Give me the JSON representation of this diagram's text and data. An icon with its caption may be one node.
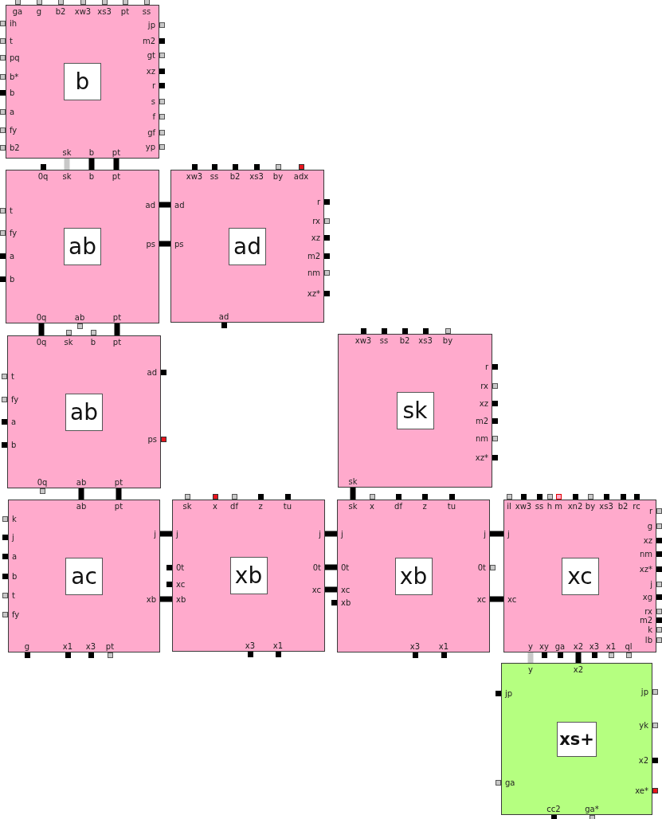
{
  "diagram": {
    "nodes": [
      {
        "text": [
          "ga",
          "g",
          "b2",
          "xw3",
          "xs3",
          "pt",
          "ss",
          "ih",
          "t",
          "pq",
          "b*",
          "b",
          "a",
          "fy",
          "b2",
          "jp",
          "m2",
          "gt",
          "xz",
          "r",
          "s",
          "f",
          "gf",
          "yp",
          "sk",
          "b",
          "pt"
        ]
      },
      {
        "text": [
          "b"
        ],
        "in": 0
      },
      {
        "text": [
          "0q",
          "sk",
          "b",
          "pt",
          "t",
          "fy",
          "a",
          "b",
          "ad",
          "ps",
          "0q",
          "ab",
          "pt"
        ]
      },
      {
        "text": [
          "ab"
        ],
        "in": 2
      },
      {
        "text": [
          "xw3",
          "ss",
          "b2",
          "xs3",
          "by",
          "adx",
          "ad",
          "ps",
          "r",
          "rx",
          "xz",
          "m2",
          "nm",
          "xz*",
          "ad"
        ]
      },
      {
        "text": [
          "ad"
        ],
        "in": 4
      },
      {
        "text": [
          "0q",
          "sk",
          "b",
          "pt",
          "t",
          "fy",
          "a",
          "b",
          "ad",
          "ps",
          "0q",
          "ab",
          "pt"
        ]
      },
      {
        "text": [
          "ab"
        ],
        "in": 6
      },
      {
        "text": [
          "xw3",
          "ss",
          "b2",
          "xs3",
          "by",
          "r",
          "rx",
          "xz",
          "m2",
          "nm",
          "xz*",
          "sk"
        ]
      },
      {
        "text": [
          "sk"
        ],
        "in": 8
      },
      {
        "text": [
          "ab",
          "pt",
          "k",
          "j",
          "a",
          "b",
          "t",
          "fy",
          "j",
          "xb",
          "g",
          "x1",
          "x3",
          "pt"
        ]
      },
      {
        "text": [
          "ac"
        ],
        "in": 10
      },
      {
        "text": [
          "sk",
          "x",
          "df",
          "z",
          "tu",
          "j",
          "0t",
          "xc",
          "xb",
          "j",
          "0t",
          "xc",
          "x3",
          "x1"
        ]
      },
      {
        "text": [
          "xb"
        ],
        "in": 12
      },
      {
        "text": [
          "sk",
          "x",
          "df",
          "z",
          "tu",
          "j",
          "0t",
          "xc",
          "xb",
          "j",
          "0t",
          "xc",
          "x3",
          "x1"
        ]
      },
      {
        "text": [
          "xb"
        ],
        "in": 14
      },
      {
        "text": [
          "il",
          "xw3",
          "ss",
          "h",
          "m",
          "xn2",
          "by",
          "xs3",
          "b2",
          "rc",
          "j",
          "xc",
          "r",
          "g",
          "xz",
          "nm",
          "xz*",
          "j",
          "xg",
          "rx",
          "m2",
          "k",
          "lb",
          "y",
          "xy",
          "ga",
          "x2",
          "x3",
          "x1",
          "ql"
        ]
      },
      {
        "text": [
          "xc"
        ],
        "in": 16
      },
      {
        "text": [
          "y",
          "x2",
          "jp",
          "ga",
          "jp",
          "yk",
          "x2",
          "xe*",
          "cc2",
          "ga*"
        ]
      },
      {
        "text": [
          "xs+"
        ],
        "in": 18
      }
    ],
    "edges": [
      {
        "from": 0,
        "to": 2,
        "arrow": "none",
        "color": "#c8c8c8"
      },
      {
        "from": 0,
        "to": 2,
        "arrow": "none"
      },
      {
        "from": 0,
        "to": 2,
        "arrow": "none"
      },
      {
        "from": 2,
        "to": 4,
        "arrow": "none"
      },
      {
        "from": 2,
        "to": 4,
        "arrow": "none"
      },
      {
        "from": 2,
        "to": 6,
        "arrow": "none"
      },
      {
        "from": 2,
        "to": 6,
        "arrow": "none"
      },
      {
        "from": 6,
        "to": 10,
        "arrow": "none"
      },
      {
        "from": 6,
        "to": 10,
        "arrow": "none"
      },
      {
        "from": 8,
        "to": 14,
        "arrow": "none"
      },
      {
        "from": 10,
        "to": 12,
        "arrow": "none"
      },
      {
        "from": 10,
        "to": 12,
        "arrow": "none"
      },
      {
        "from": 12,
        "to": 14,
        "arrow": "none"
      },
      {
        "from": 12,
        "to": 14,
        "arrow": "none"
      },
      {
        "from": 12,
        "to": 14,
        "arrow": "none"
      },
      {
        "from": 14,
        "to": 16,
        "arrow": "none"
      },
      {
        "from": 14,
        "to": 16,
        "arrow": "none"
      },
      {
        "from": 16,
        "to": 18,
        "arrow": "none",
        "color": "#c8c8c8"
      },
      {
        "from": 16,
        "to": 18,
        "arrow": "none"
      }
    ]
  }
}
